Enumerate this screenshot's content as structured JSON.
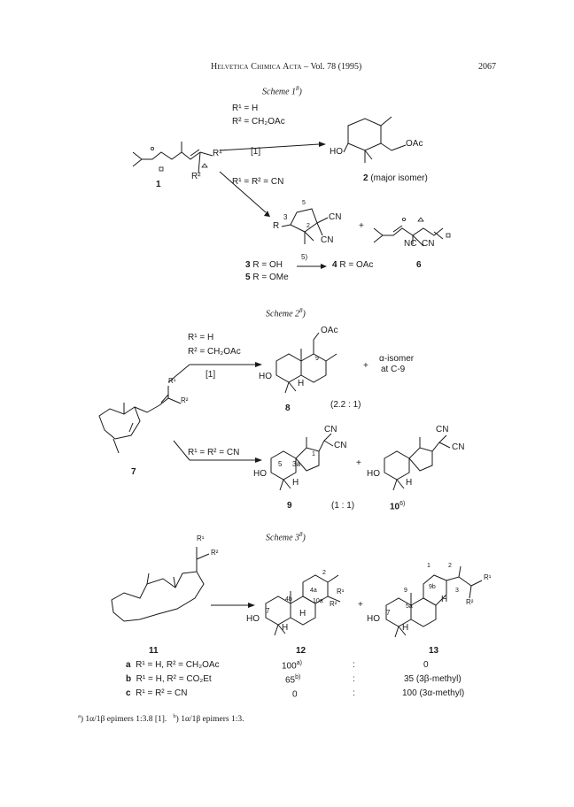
{
  "header": {
    "journal": "Helvetica Chimica Acta",
    "volume": "– Vol. 78 (1995)",
    "page": "2067"
  },
  "scheme1": {
    "title": "Scheme 1",
    "title_sup": "8",
    "title_close": ")",
    "cond_top_r1": "R¹ = H",
    "cond_top_r2": "R² = CH₂OAc",
    "cond_top_ref": "[1]",
    "cond_bot": "R¹ = R² = CN",
    "sm_label": "1",
    "sm_r1": "R¹",
    "sm_r2": "R²",
    "prod2_label": "2",
    "prod2_note": "(major isomer)",
    "prod2_ho": "HO",
    "prod2_oac": "OAc",
    "prod3_r": "R",
    "prod3_cn1": "CN",
    "prod3_cn2": "CN",
    "num5": "5",
    "num3": "3",
    "num2": "2",
    "plus": "+",
    "prod6_nc": "NC",
    "prod6_cn": "CN",
    "line_3": "3",
    "line_3_text": "R = OH",
    "arrow_5": "5)",
    "line_4": "4",
    "line_4_text": "R = OAc",
    "line_5": "5",
    "line_5_text": "R = OMe",
    "label_6": "6"
  },
  "scheme2": {
    "title": "Scheme 2",
    "title_sup": "8",
    "title_close": ")",
    "cond_top_r1": "R¹ = H",
    "cond_top_r2": "R² = CH₂OAc",
    "cond_top_ref": "[1]",
    "cond_bot": "R¹ = R² = CN",
    "sm_label": "7",
    "sm_r1": "R¹",
    "sm_r2": "R²",
    "p8_oac": "OAc",
    "p8_9": "9",
    "p8_ho": "HO",
    "p8_h": "H",
    "plus1": "+",
    "alpha_line1": "α-isomer",
    "alpha_line2": "at C-9",
    "label_8": "8",
    "ratio_8": "(2.2 : 1)",
    "p9_cn1": "CN",
    "p9_cn2": "CN",
    "p9_1": "1",
    "p9_5": "5",
    "p9_3a": "3a",
    "p9_ho": "HO",
    "p9_h": "H",
    "plus2": "+",
    "p10_cn1": "CN",
    "p10_cn2": "CN",
    "p10_ho": "HO",
    "p10_h": "H",
    "label_9": "9",
    "ratio_9": "(1 : 1)",
    "label_10": "10",
    "label_10_sup": "6)"
  },
  "scheme3": {
    "title": "Scheme 3",
    "title_sup": "8",
    "title_close": ")",
    "sm_r1": "R¹",
    "sm_r2": "R²",
    "p12_2": "2",
    "p12_4a": "4a",
    "p12_4b": "4b",
    "p12_10a": "10a",
    "p12_7": "7",
    "p12_r1": "R¹",
    "p12_r2": "R²",
    "p12_ho": "HO",
    "p12_h1": "H",
    "p12_h2": "H",
    "plus": "+",
    "p13_1": "1",
    "p13_2": "2",
    "p13_3": "3",
    "p13_9b": "9b",
    "p13_9": "9",
    "p13_5a": "5a",
    "p13_7": "7",
    "p13_r1": "R¹",
    "p13_r2": "R²",
    "p13_ho": "HO",
    "p13_h1": "H",
    "p13_h2": "H",
    "label_11": "11",
    "label_12": "12",
    "label_13": "13",
    "rows": [
      {
        "id": "a",
        "text": "R¹ = H, R² = CH₂OAc",
        "v12": "100",
        "v12_sup": "a)",
        "colon": ":",
        "v13": "0"
      },
      {
        "id": "b",
        "text": "R¹ = H, R² = CO₂Et",
        "v12": "65",
        "v12_sup": "b)",
        "colon": ":",
        "v13": "35 (3β-methyl)"
      },
      {
        "id": "c",
        "text": "R¹ = R² = CN",
        "v12": "0",
        "v12_sup": "",
        "colon": ":",
        "v13": "100 (3α-methyl)"
      }
    ]
  },
  "footnote": {
    "a_mark": "a",
    "a_text": ") 1α/1β epimers 1:3.8 [1].",
    "b_mark": "b",
    "b_text": ") 1α/1β epimers 1:3."
  }
}
